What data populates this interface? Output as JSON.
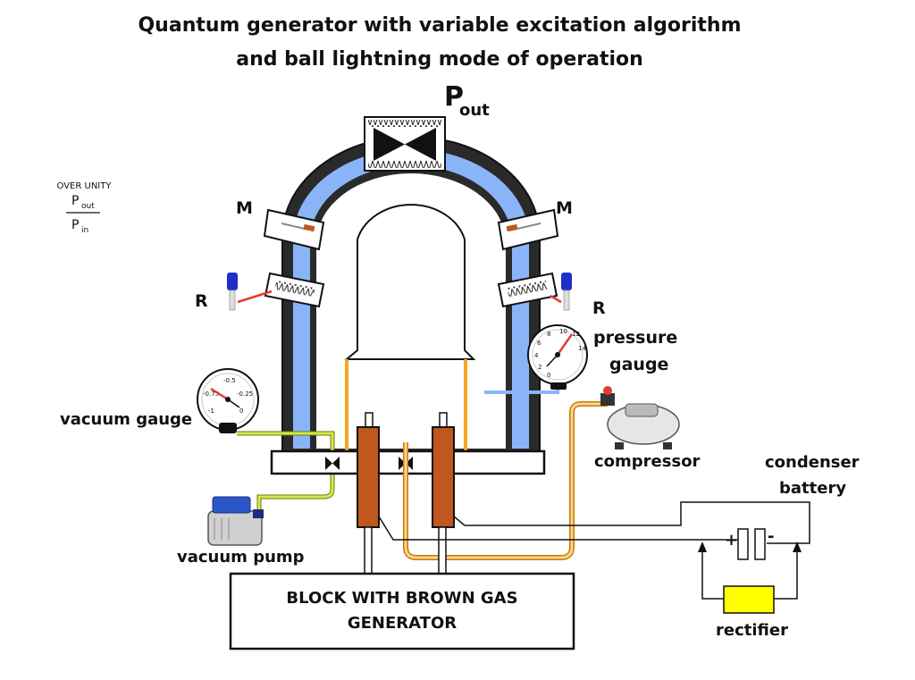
{
  "title": {
    "line1": "Quantum generator with variable excitation algorithm",
    "line2": "and ball lightning mode of operation"
  },
  "output_label": {
    "main": "P",
    "sub": "out"
  },
  "ratio": {
    "caption": "OVER UNITY",
    "numerator_main": "P",
    "numerator_sub": "out",
    "denominator_main": "P",
    "denominator_sub": "in"
  },
  "labels": {
    "magnet_left": "M",
    "magnet_right": "M",
    "resistor_left": "R",
    "resistor_right": "R",
    "pressure_gauge_line1": "pressure",
    "pressure_gauge_line2": "gauge",
    "vacuum_gauge": "vacuum gauge",
    "compressor": "compressor",
    "condenser_line1": "condenser",
    "condenser_line2": "battery",
    "vacuum_pump": "vacuum pump",
    "rectifier": "rectifier",
    "block_line1": "BLOCK WITH BROWN GAS",
    "block_line2": "GENERATOR",
    "plus": "+",
    "minus": "-"
  },
  "vacuum_dial": {
    "ticks": [
      "-0.5",
      "-0.75",
      "-0.25",
      "-1",
      "0"
    ]
  },
  "pressure_dial": {
    "ticks": [
      "12",
      "14",
      "10",
      "8",
      "6",
      "4",
      "2",
      "0"
    ]
  },
  "colors": {
    "coolant_blue": "#8ab4f8",
    "electrode_brown": "#c0571e",
    "support_orange": "#f5a623",
    "gas_line_orange": "#f5a623",
    "vacuum_line_yellow": "#d8e84a",
    "rectifier_yellow": "#ffff00",
    "resistor_red": "#e53935"
  }
}
